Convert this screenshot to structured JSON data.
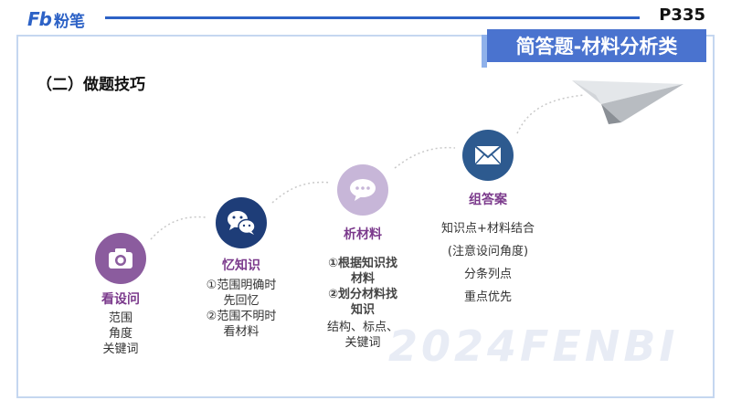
{
  "header": {
    "logo_fb": "Fb",
    "logo_cn": "粉笔",
    "page_number": "P335",
    "banner_title": "简答题-材料分析类"
  },
  "section_title": "（二）做题技巧",
  "watermark": "2024FENBI",
  "steps": [
    {
      "icon": "camera-icon",
      "title": "看设问",
      "lines": [
        "范围",
        "角度",
        "关键词"
      ]
    },
    {
      "icon": "wechat-icon",
      "title": "忆知识",
      "lines": [
        "①范围明确时",
        "先回忆",
        "②范围不明时",
        "看材料"
      ]
    },
    {
      "icon": "chat-bubble-icon",
      "title": "析材料",
      "bold_lines": [
        "①根据知识找",
        "材料",
        "②划分材料找",
        "知识"
      ],
      "lines": [
        "结构、标点、",
        "关键词"
      ]
    },
    {
      "icon": "envelope-icon",
      "title": "组答案",
      "lines": [
        "知识点+材料结合",
        "(注意设问角度)",
        "分条列点",
        "重点优先"
      ]
    }
  ],
  "colors": {
    "brand_blue": "#2d62c6",
    "banner_blue": "#4a73cf",
    "step1": "#8b5c9e",
    "step2": "#1e3d78",
    "step3": "#c7b6d8",
    "step4": "#2d5a8f",
    "step_title": "#7b3a8c"
  }
}
